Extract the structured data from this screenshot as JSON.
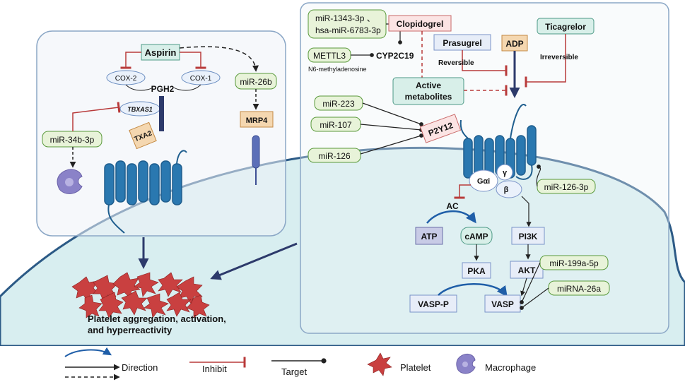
{
  "left_panel": {
    "aspirin": "Aspirin",
    "cox2": "COX-2",
    "cox1": "COX-1",
    "pgh2": "PGH2",
    "tbxas1": "TBXAS1",
    "txa2": "TXA2",
    "mir34b": "miR-34b-3p",
    "mir26b": "miR-26b",
    "mrp4": "MRP4"
  },
  "right_panel": {
    "mir1343_line1": "miR-1343-3p 、",
    "mir1343_line2": "hsa-miR-6783-3p",
    "clopidogrel": "Clopidogrel",
    "prasugrel": "Prasugrel",
    "ticagrelor": "Ticagrelor",
    "adp": "ADP",
    "mettl3": "METTL3",
    "cyp2c19": "CYP2C19",
    "n6": "N6-methyladenosine",
    "reversible": "Reversible",
    "irreversible": "Irreversible",
    "active_line1": "Active",
    "active_line2": "metabolites",
    "mir223": "miR-223",
    "mir107": "miR-107",
    "mir126": "miR-126",
    "p2y12": "P2Y12",
    "gai": "Gαi",
    "gamma": "γ",
    "beta": "β",
    "mir126_3p": "miR-126-3p",
    "ac": "AC",
    "atp": "ATP",
    "camp": "cAMP",
    "pka": "PKA",
    "vaspp": "VASP-P",
    "vasp": "VASP",
    "pi3k": "PI3K",
    "akt": "AKT",
    "mir199": "miR-199a-5p",
    "mir26a": "miRNA-26a"
  },
  "outcome": {
    "line1": "Platelet aggregation, activation,",
    "line2": "and hyperreactivity"
  },
  "legend": {
    "direction": "Direction",
    "inhibit": "Inhibit",
    "target": "Target",
    "platelet": "Platelet",
    "macrophage": "Macrophage"
  },
  "colors": {
    "mirna_fill": "#e8f3d9",
    "mirna_stroke": "#5a9a3c",
    "drug_fill": "#d8efe9",
    "receptor": "#2a78b0",
    "inhibit": "#b83a3a",
    "cell_fill": "#d8eef0",
    "platelet": "#c94040",
    "macrophage": "#8a82c8"
  }
}
